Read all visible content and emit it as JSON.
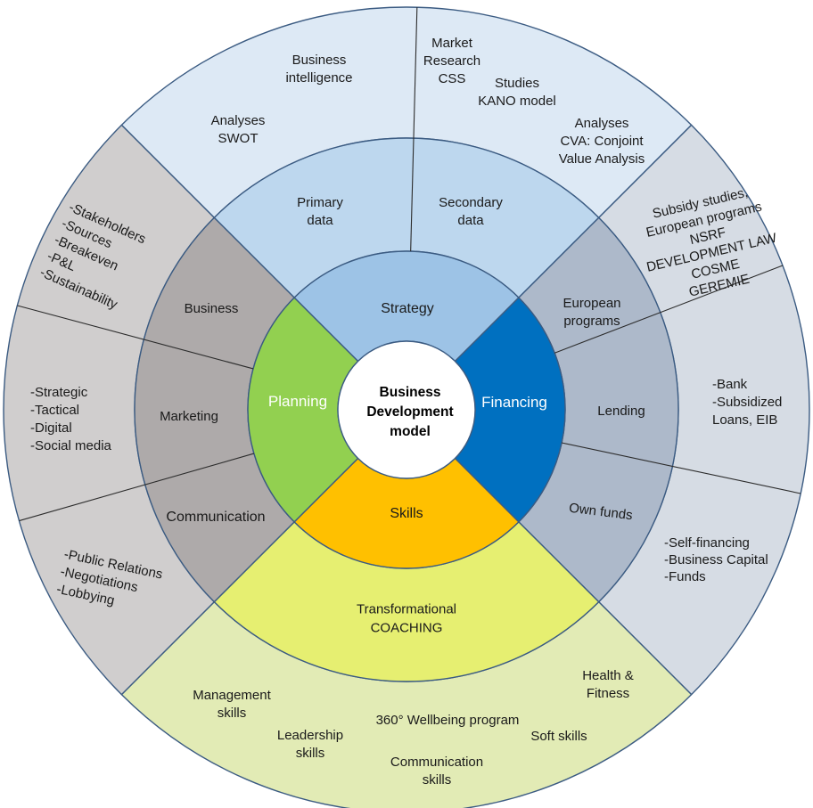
{
  "center": {
    "lines": [
      "Business",
      "Development",
      "model"
    ]
  },
  "quadrants": {
    "strategy": "Strategy",
    "financing": "Financing",
    "skills": "Skills",
    "planning": "Planning"
  },
  "middle": {
    "primary_data": [
      "Primary",
      "data"
    ],
    "secondary_data": [
      "Secondary",
      "data"
    ],
    "european_programs": [
      "European",
      "programs"
    ],
    "lending": "Lending",
    "own_funds": "Own funds",
    "coaching": [
      "Transformational",
      "COACHING"
    ],
    "communication": "Communication",
    "marketing": "Marketing",
    "business": "Business"
  },
  "outer": {
    "business_intelligence": [
      "Business",
      "intelligence"
    ],
    "analyses_swot": [
      "Analyses",
      "SWOT"
    ],
    "market_research": [
      "Market",
      "Research",
      "CSS"
    ],
    "studies_kano": [
      "Studies",
      "KANO model"
    ],
    "analyses_cva": [
      "Analyses",
      "CVA: Conjoint",
      "Value Analysis"
    ],
    "subsidy": [
      "Subsidy studies,",
      "European programs",
      "NSRF",
      "DEVELOPMENT LAW",
      "COSME",
      "GEREMIE"
    ],
    "bank": [
      "-Bank",
      "-Subsidized",
      "Loans, EIB"
    ],
    "self_financing": [
      "-Self-financing",
      "-Business Capital",
      "-Funds"
    ],
    "management_skills": [
      "Management",
      "skills"
    ],
    "leadership_skills": [
      "Leadership",
      "skills"
    ],
    "wellbeing": "360° Wellbeing program",
    "communication_skills": [
      "Communication",
      "skills"
    ],
    "soft_skills": "Soft skills",
    "health_fitness": [
      "Health &",
      "Fitness"
    ],
    "public_relations": [
      "-Public Relations",
      "-Negotiations",
      "-Lobbying"
    ],
    "marketing_list": [
      "-Strategic",
      "-Tactical",
      "-Digital",
      "-Social media"
    ],
    "business_list": [
      "-Stakeholders",
      "-Sources",
      "-Breakeven",
      "-P&L",
      "-Sustainability"
    ]
  },
  "colors": {
    "outer_strategy": "#dde9f5",
    "mid_strategy": "#bdd7ee",
    "inner_strategy": "#9dc3e6",
    "outer_financing": "#d6dce4",
    "mid_financing": "#adb9ca",
    "inner_financing": "#0070c0",
    "outer_skills": "#e2ebb5",
    "mid_skills": "#e6ef71",
    "inner_skills": "#ffc000",
    "outer_planning": "#d0cece",
    "mid_planning": "#aeaaaa",
    "inner_planning": "#92d050",
    "center": "#ffffff"
  }
}
